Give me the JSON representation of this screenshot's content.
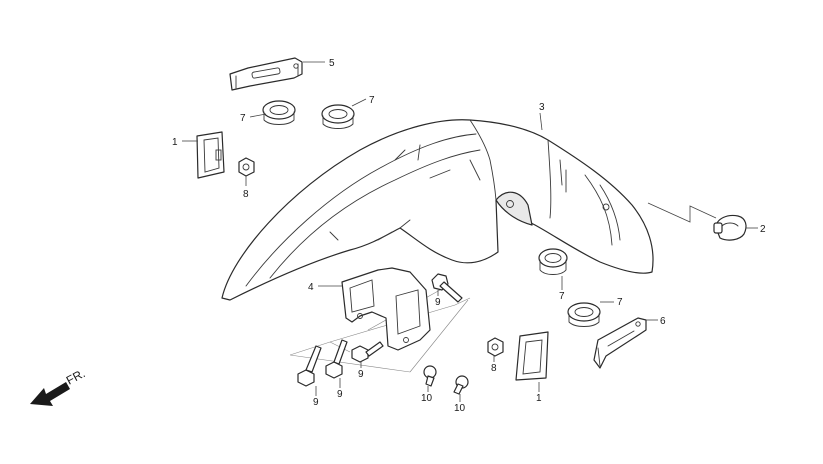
{
  "callouts": {
    "c1a": "1",
    "c1b": "1",
    "c2": "2",
    "c3": "3",
    "c4": "4",
    "c5": "5",
    "c6": "6",
    "c7a": "7",
    "c7b": "7",
    "c7c": "7",
    "c7d": "7",
    "c8a": "8",
    "c8b": "8",
    "c9a": "9",
    "c9b": "9",
    "c9c": "9",
    "c9d": "9",
    "c10a": "10",
    "c10b": "10"
  },
  "direction": {
    "label": "FR."
  },
  "colors": {
    "stroke": "#2b2b2b",
    "paper": "#ffffff"
  }
}
